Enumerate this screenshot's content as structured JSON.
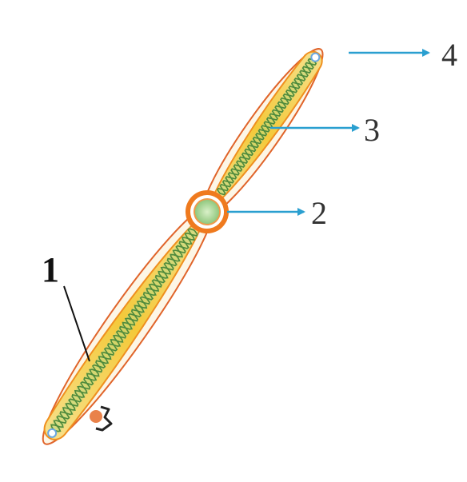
{
  "labels": {
    "one": "1",
    "two": "2",
    "three": "3",
    "four": "4"
  },
  "colors": {
    "arrow": "#2a9fd0",
    "outer_outline": "#e0642a",
    "arm_fill": "#f6d64a",
    "arm_edge": "#ef8f1e",
    "chromonema": "#4e8a3c",
    "chromonema_fill": "#b9db83",
    "centromere": "#7cc07a",
    "centromere_ring": "#ef7a1e",
    "telomere": "#6aa7df"
  }
}
